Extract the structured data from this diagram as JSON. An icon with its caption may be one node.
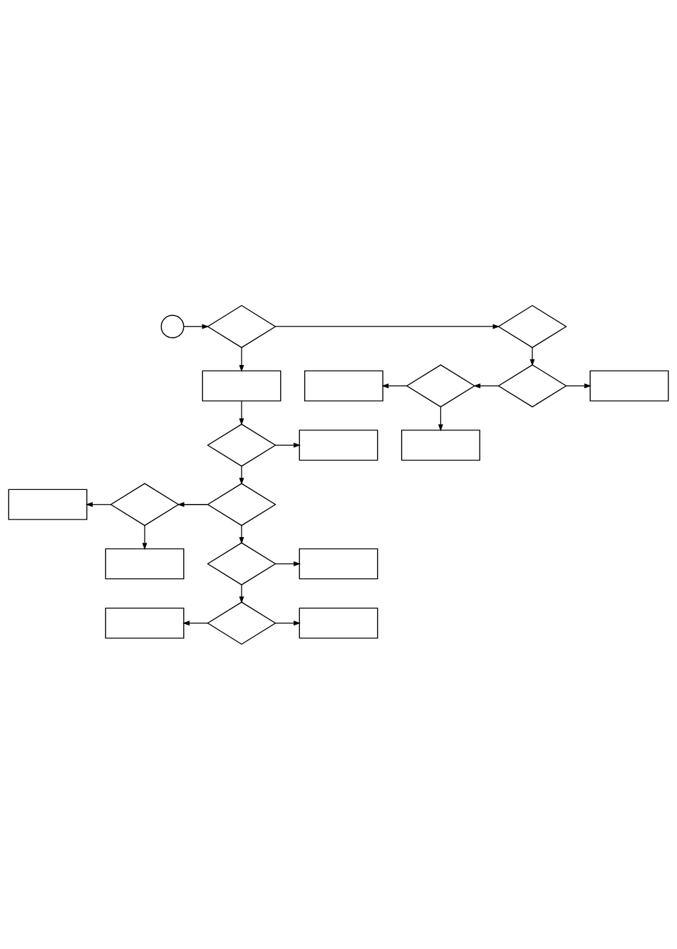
{
  "diagram": {
    "nodes": [
      {
        "text": [],
        "shape": "circle"
      },
      {
        "text": [],
        "shape": "diamond"
      },
      {
        "text": [],
        "shape": "diamond"
      },
      {
        "text": [],
        "shape": "box"
      },
      {
        "text": [],
        "shape": "box"
      },
      {
        "text": [],
        "shape": "diamond"
      },
      {
        "text": [],
        "shape": "diamond"
      },
      {
        "text": [],
        "shape": "box"
      },
      {
        "text": [],
        "shape": "diamond"
      },
      {
        "text": [],
        "shape": "box"
      },
      {
        "text": [],
        "shape": "box"
      },
      {
        "text": [],
        "shape": "box"
      },
      {
        "text": [],
        "shape": "diamond"
      },
      {
        "text": [],
        "shape": "diamond"
      },
      {
        "text": [],
        "shape": "box"
      },
      {
        "text": [],
        "shape": "diamond"
      },
      {
        "text": [],
        "shape": "box"
      },
      {
        "text": [],
        "shape": "box"
      },
      {
        "text": [],
        "shape": "diamond"
      },
      {
        "text": [],
        "shape": "box"
      }
    ],
    "edges": [
      {
        "from": 0,
        "to": 1,
        "arrow": "to"
      },
      {
        "from": 1,
        "to": 2,
        "arrow": "to"
      },
      {
        "from": 1,
        "to": 3,
        "arrow": "to"
      },
      {
        "from": 2,
        "to": 6,
        "arrow": "to"
      },
      {
        "from": 6,
        "to": 5,
        "arrow": "to"
      },
      {
        "from": 6,
        "to": 7,
        "arrow": "to"
      },
      {
        "from": 5,
        "to": 4,
        "arrow": "to"
      },
      {
        "from": 5,
        "to": 10,
        "arrow": "to"
      },
      {
        "from": 3,
        "to": 8,
        "arrow": "to"
      },
      {
        "from": 8,
        "to": 9,
        "arrow": "to"
      },
      {
        "from": 8,
        "to": 13,
        "arrow": "to"
      },
      {
        "from": 13,
        "to": 12,
        "arrow": "to"
      },
      {
        "from": 12,
        "to": 11,
        "arrow": "to"
      },
      {
        "from": 12,
        "to": 14,
        "arrow": "to"
      },
      {
        "from": 13,
        "to": 15,
        "arrow": "to"
      },
      {
        "from": 15,
        "to": 16,
        "arrow": "to"
      },
      {
        "from": 15,
        "to": 18,
        "arrow": "to"
      },
      {
        "from": 18,
        "to": 17,
        "arrow": "to"
      },
      {
        "from": 18,
        "to": 19,
        "arrow": "to"
      }
    ]
  }
}
